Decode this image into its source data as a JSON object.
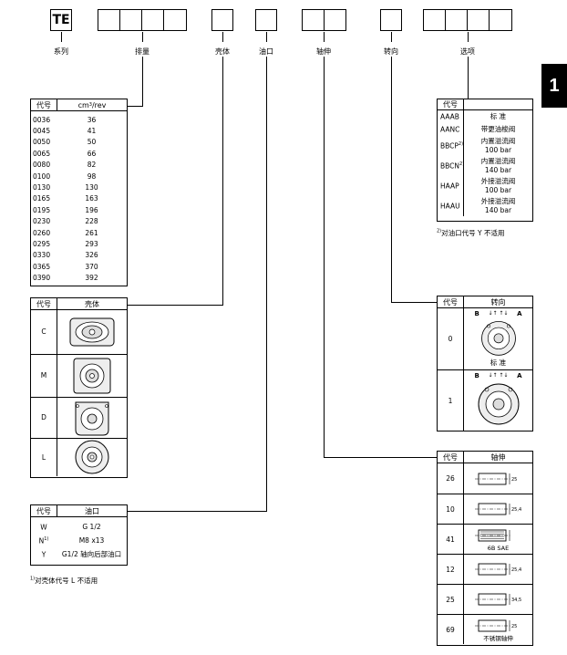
{
  "header": {
    "model_code": "TE",
    "labels": [
      "系列",
      "排量",
      "壳体",
      "油口",
      "轴伸",
      "转向",
      "选项"
    ]
  },
  "section_badge": "1",
  "displacement_table": {
    "col1": "代号",
    "col2_main": "cm",
    "col2_sup": "3",
    "col2_rest": "/rev",
    "rows": [
      [
        "0036",
        "36"
      ],
      [
        "0045",
        "41"
      ],
      [
        "0050",
        "50"
      ],
      [
        "0065",
        "66"
      ],
      [
        "0080",
        "82"
      ],
      [
        "0100",
        "98"
      ],
      [
        "0130",
        "130"
      ],
      [
        "0165",
        "163"
      ],
      [
        "0195",
        "196"
      ],
      [
        "0230",
        "228"
      ],
      [
        "0260",
        "261"
      ],
      [
        "0295",
        "293"
      ],
      [
        "0330",
        "326"
      ],
      [
        "0365",
        "370"
      ],
      [
        "0390",
        "392"
      ]
    ]
  },
  "housing_table": {
    "col1": "代号",
    "col2": "壳体",
    "rows": [
      "C",
      "M",
      "D",
      "L"
    ]
  },
  "port_table": {
    "col1": "代号",
    "col2": "油口",
    "rows": [
      {
        "code": "W",
        "sup": "",
        "desc": "G 1/2"
      },
      {
        "code": "N",
        "sup": "1)",
        "desc": "M8 x13"
      },
      {
        "code": "Y",
        "sup": "",
        "desc": "G1/2  轴向后部油口"
      }
    ],
    "footnote_mark": "1)",
    "footnote": "对壳体代号 L 不适用"
  },
  "options_table": {
    "col1": "代号",
    "rows": [
      {
        "code": "AAAB",
        "sup": "",
        "lines": [
          "标 准"
        ]
      },
      {
        "code": "AANC",
        "sup": "",
        "lines": [
          "带更油梭阀"
        ]
      },
      {
        "code": "BBCP",
        "sup": "2)",
        "lines": [
          "内置溢流阀",
          "100 bar"
        ]
      },
      {
        "code": "BBCN",
        "sup": "2)",
        "lines": [
          "内置溢流阀",
          "140 bar"
        ]
      },
      {
        "code": "HAAP",
        "sup": "",
        "lines": [
          "外接溢流阀",
          "100 bar"
        ]
      },
      {
        "code": "HAAU",
        "sup": "",
        "lines": [
          "外接溢流阀",
          "140 bar"
        ]
      }
    ],
    "footnote_mark": "2)",
    "footnote": "对油口代号 Y 不适用"
  },
  "rotation_table": {
    "col1": "代号",
    "col2": "转向",
    "rows": [
      {
        "code": "0",
        "b": "B",
        "a": "A",
        "caption": "标 准"
      },
      {
        "code": "1",
        "b": "B",
        "a": "A",
        "caption": ""
      }
    ]
  },
  "shaft_table": {
    "col1": "代号",
    "col2": "轴伸",
    "rows": [
      {
        "code": "26",
        "dim": "25",
        "caption": ""
      },
      {
        "code": "10",
        "dim": "25,4",
        "caption": ""
      },
      {
        "code": "41",
        "dim": "",
        "caption": "6B SAE"
      },
      {
        "code": "12",
        "dim": "25,4",
        "caption": ""
      },
      {
        "code": "25",
        "dim": "34,5",
        "caption": ""
      },
      {
        "code": "69",
        "dim": "25",
        "caption": "不锈钢轴伸"
      }
    ]
  }
}
